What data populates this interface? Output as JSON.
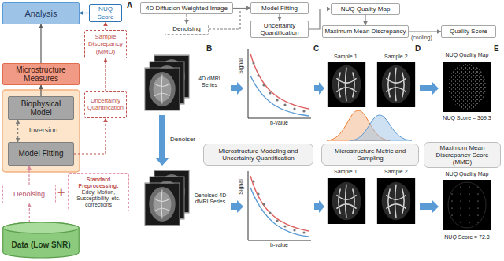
{
  "diagram": {
    "nodes": [
      {
        "text": [
          "Analysis"
        ]
      },
      {
        "text": [
          "NUQ Score"
        ]
      },
      {
        "text": [
          "Sample Discrepancy (MMD)"
        ]
      },
      {
        "text": [
          "Microstructure Measures"
        ]
      },
      {
        "text": [
          "Uncertainty Quantification"
        ]
      },
      {
        "text": [
          "Biophysical Model"
        ]
      },
      {
        "text": [
          "Model Fitting"
        ]
      },
      {
        "text": [
          "Denoising"
        ]
      },
      {
        "text": [
          "Standard Preprocessing:",
          "Eddy, Motion, Susceptibility, etc. corrections"
        ]
      },
      {
        "text": [
          "Data (Low SNR)"
        ]
      },
      {
        "text": [
          "4D Diffusion Weighted Image"
        ]
      },
      {
        "text": [
          "Denoising"
        ]
      },
      {
        "text": [
          "Model Fitting"
        ]
      },
      {
        "text": [
          "Uncertainty Quantification"
        ]
      },
      {
        "text": [
          "NUQ Quality Map"
        ]
      },
      {
        "text": [
          "Maximum Mean Discrepancy"
        ]
      },
      {
        "text": [
          "Quality Score"
        ]
      },
      {
        "text": [
          "Microstructure Modeling and Uncertainty Quantification"
        ]
      },
      {
        "text": [
          "Microstructure Metric and Sampling"
        ]
      },
      {
        "text": [
          "Maximum Mean Discrepancy Score (MMD)"
        ]
      }
    ],
    "edges": [
      {
        "from": 9,
        "to": 7,
        "arrow": "to"
      },
      {
        "from": 7,
        "to": 6,
        "arrow": "to"
      },
      {
        "from": 6,
        "to": 5,
        "arrow": "both"
      },
      {
        "from": 5,
        "to": 3,
        "arrow": "to"
      },
      {
        "from": 3,
        "to": 0,
        "arrow": "to"
      },
      {
        "from": 6,
        "to": 4,
        "arrow": "to"
      },
      {
        "from": 4,
        "to": 2,
        "arrow": "to"
      },
      {
        "from": 2,
        "to": 1,
        "arrow": "to"
      },
      {
        "from": 1,
        "to": 0,
        "arrow": "to"
      },
      {
        "from": 10,
        "to": 12,
        "arrow": "to"
      },
      {
        "from": 10,
        "to": 11,
        "arrow": "to"
      },
      {
        "from": 11,
        "to": 12,
        "arrow": "to"
      },
      {
        "from": 12,
        "to": 13,
        "arrow": "to"
      },
      {
        "from": 13,
        "to": 14,
        "arrow": "to"
      },
      {
        "from": 14,
        "to": 15,
        "arrow": "to"
      },
      {
        "from": 15,
        "to": 16,
        "arrow": "to"
      }
    ],
    "labels": [
      "A",
      "Inversion",
      "+",
      "(cooling)",
      "B",
      "4D dMRI Series",
      "Denoiser",
      "Denoised 4D dMRI Series",
      "C",
      "Signal",
      "b-value",
      "Signal",
      "b-value",
      "D",
      "Sample 1",
      "Sample 2",
      "Sample 1",
      "Sample 2",
      "E",
      "NUQ Quality Map",
      "NUQ Score = 369.3",
      "NUQ Quality Map",
      "NUQ Score = 72.8"
    ]
  }
}
